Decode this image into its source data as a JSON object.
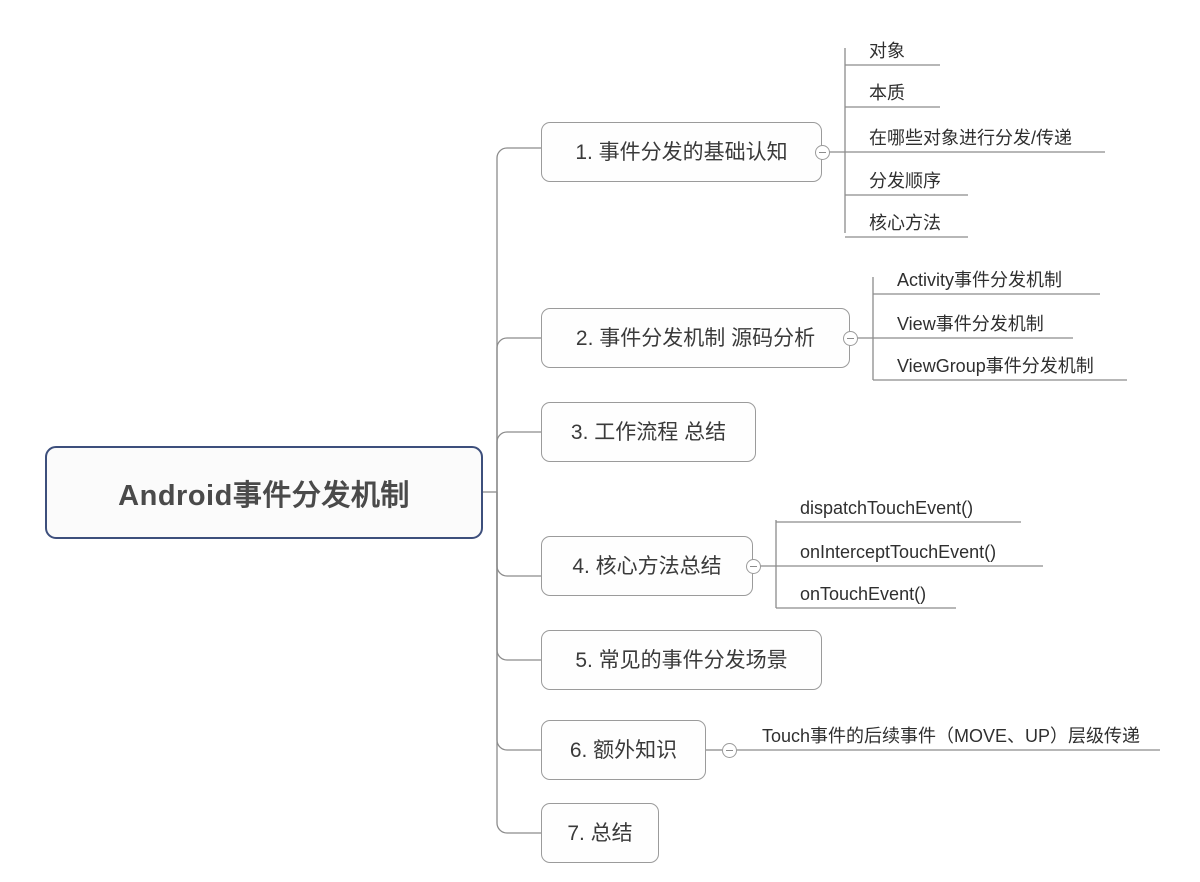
{
  "diagram": {
    "type": "mind-map",
    "title": "Android事件分发机制",
    "root": {
      "label": "Android事件分发机制",
      "border_color": "#3d4f7c",
      "fill_color": "#fbfbfb"
    },
    "node_border_color": "#9b9b9b",
    "connector_color": "#8c8c8c",
    "toggle_icon": "collapse-minus-icon",
    "branches": [
      {
        "label": "1. 事件分发的基础认知",
        "has_toggle": true,
        "children": [
          {
            "label": "对象"
          },
          {
            "label": "本质"
          },
          {
            "label": "在哪些对象进行分发/传递"
          },
          {
            "label": "分发顺序"
          },
          {
            "label": "核心方法"
          }
        ]
      },
      {
        "label": "2. 事件分发机制 源码分析",
        "has_toggle": true,
        "children": [
          {
            "label": "Activity事件分发机制"
          },
          {
            "label": "View事件分发机制"
          },
          {
            "label": "ViewGroup事件分发机制"
          }
        ]
      },
      {
        "label": "3. 工作流程 总结",
        "has_toggle": false,
        "children": []
      },
      {
        "label": "4. 核心方法总结",
        "has_toggle": true,
        "children": [
          {
            "label": "dispatchTouchEvent()"
          },
          {
            "label": "onInterceptTouchEvent()"
          },
          {
            "label": "onTouchEvent()"
          }
        ]
      },
      {
        "label": "5. 常见的事件分发场景",
        "has_toggle": false,
        "children": []
      },
      {
        "label": "6. 额外知识",
        "has_toggle": true,
        "children": [
          {
            "label": "Touch事件的后续事件（MOVE、UP）层级传递"
          }
        ]
      },
      {
        "label": "7. 总结",
        "has_toggle": false,
        "children": []
      }
    ]
  }
}
